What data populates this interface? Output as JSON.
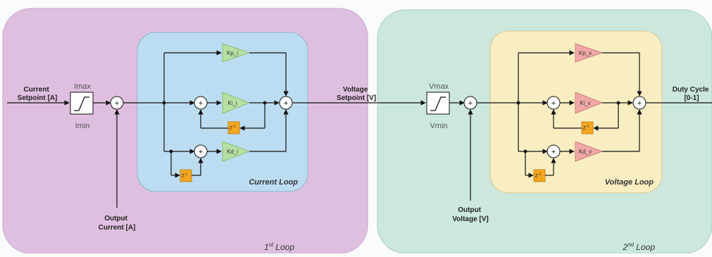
{
  "loop1": {
    "input_label": [
      "Current",
      "Setpoint [A]"
    ],
    "sat_max": "Imax",
    "sat_min": "Imin",
    "feedback_label": [
      "Output",
      "Current [A]"
    ],
    "inner_title": "Current Loop",
    "outer_title_main": "1",
    "outer_title_sup": "st",
    "outer_title_tail": " Loop",
    "gains": [
      "Kp_i",
      "Ki_i",
      "Kd_i"
    ],
    "output_label": [
      "Voltage",
      "Setpoint [V]"
    ]
  },
  "loop2": {
    "sat_max": "Vmax",
    "sat_min": "Vmin",
    "feedback_label": [
      "Output",
      "Voltage [V]"
    ],
    "inner_title": "Voltage Loop",
    "outer_title_main": "2",
    "outer_title_sup": "nd",
    "outer_title_tail": " Loop",
    "gains": [
      "Kp_v",
      "Ki_v",
      "Kd_v"
    ],
    "output_label": [
      "Duty Cycle",
      "[0-1]"
    ]
  },
  "symbols": {
    "sum": "+",
    "delay": "Z",
    "delay_exp": "-1"
  },
  "colors": {
    "loop1_outer": "#dfbfdf",
    "loop1_inner": "#bcdcf2",
    "loop2_outer": "#cce8dc",
    "loop2_inner": "#f9eec2",
    "gain_green": "#b6dfa2",
    "gain_red": "#f0a8a6",
    "delay_orange": "#f4a620"
  }
}
